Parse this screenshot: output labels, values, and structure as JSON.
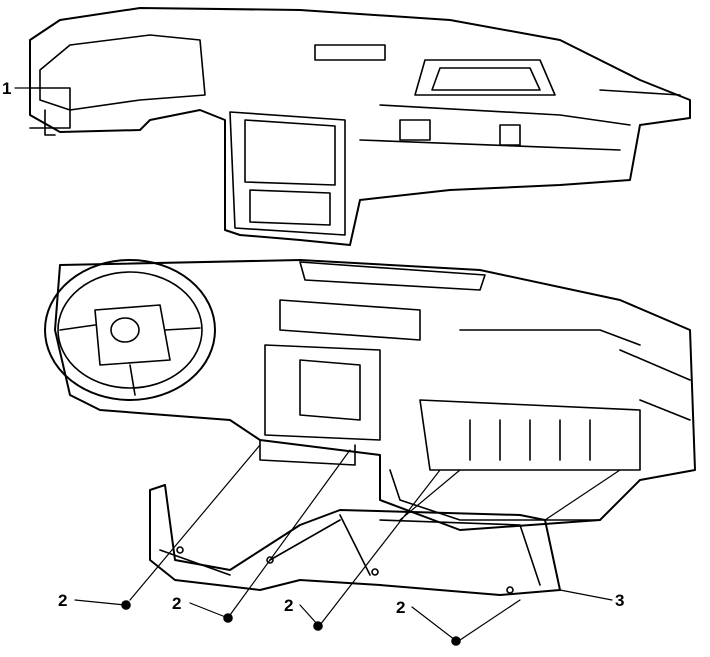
{
  "diagram": {
    "callouts": [
      {
        "id": "callout-1",
        "text": "1"
      },
      {
        "id": "callout-2a",
        "text": "2"
      },
      {
        "id": "callout-2b",
        "text": "2"
      },
      {
        "id": "callout-2c",
        "text": "2"
      },
      {
        "id": "callout-2d",
        "text": "2"
      },
      {
        "id": "callout-3",
        "text": "3"
      }
    ],
    "colors": {
      "line": "#000000",
      "background": "#ffffff"
    }
  }
}
